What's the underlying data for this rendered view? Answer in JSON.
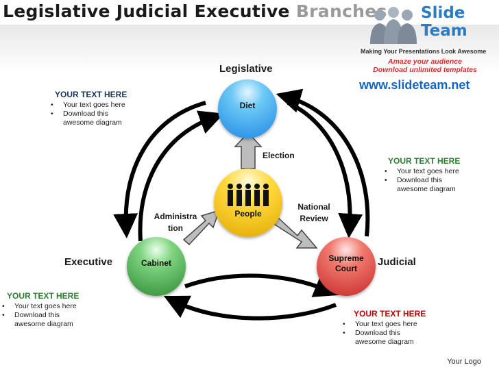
{
  "title": {
    "main": "Legislative Judicial Executive",
    "faded": "Branches"
  },
  "brand": {
    "name_line1": "Slide",
    "name_line2": "Team",
    "tagline": "Making Your Presentations Look Awesome",
    "promo_line1": "Amaze your audience",
    "promo_line2": "Download unlimited templates",
    "url": "www.slideteam.net"
  },
  "nodes": {
    "legislative": {
      "label": "Legislative",
      "circle": "Diet",
      "color": "#1e88e5"
    },
    "people": {
      "circle": "People",
      "color": "#f9c80e"
    },
    "executive": {
      "label": "Executive",
      "circle": "Cabinet",
      "color": "#43a047"
    },
    "judicial": {
      "label": "Judicial",
      "circle_line1": "Supreme",
      "circle_line2": "Court",
      "color": "#e53935"
    }
  },
  "connectors": {
    "election": "Election",
    "admin_line1": "Administra",
    "admin_line2": "tion",
    "review_line1": "National",
    "review_line2": "Review"
  },
  "text_blocks": {
    "top_left": {
      "heading": "YOUR TEXT HERE",
      "items": [
        "Your text goes here",
        "Download this awesome diagram"
      ]
    },
    "right": {
      "heading": "YOUR TEXT HERE",
      "items": [
        "Your text goes here",
        "Download this awesome diagram"
      ]
    },
    "bottom_left": {
      "heading": "YOUR TEXT HERE",
      "items": [
        "Your text goes here",
        "Download this awesome diagram"
      ]
    },
    "bottom_right": {
      "heading": "YOUR TEXT HERE",
      "items": [
        "Your text goes here",
        "Download this awesome diagram"
      ]
    }
  },
  "footer": {
    "logo": "Your Logo"
  }
}
